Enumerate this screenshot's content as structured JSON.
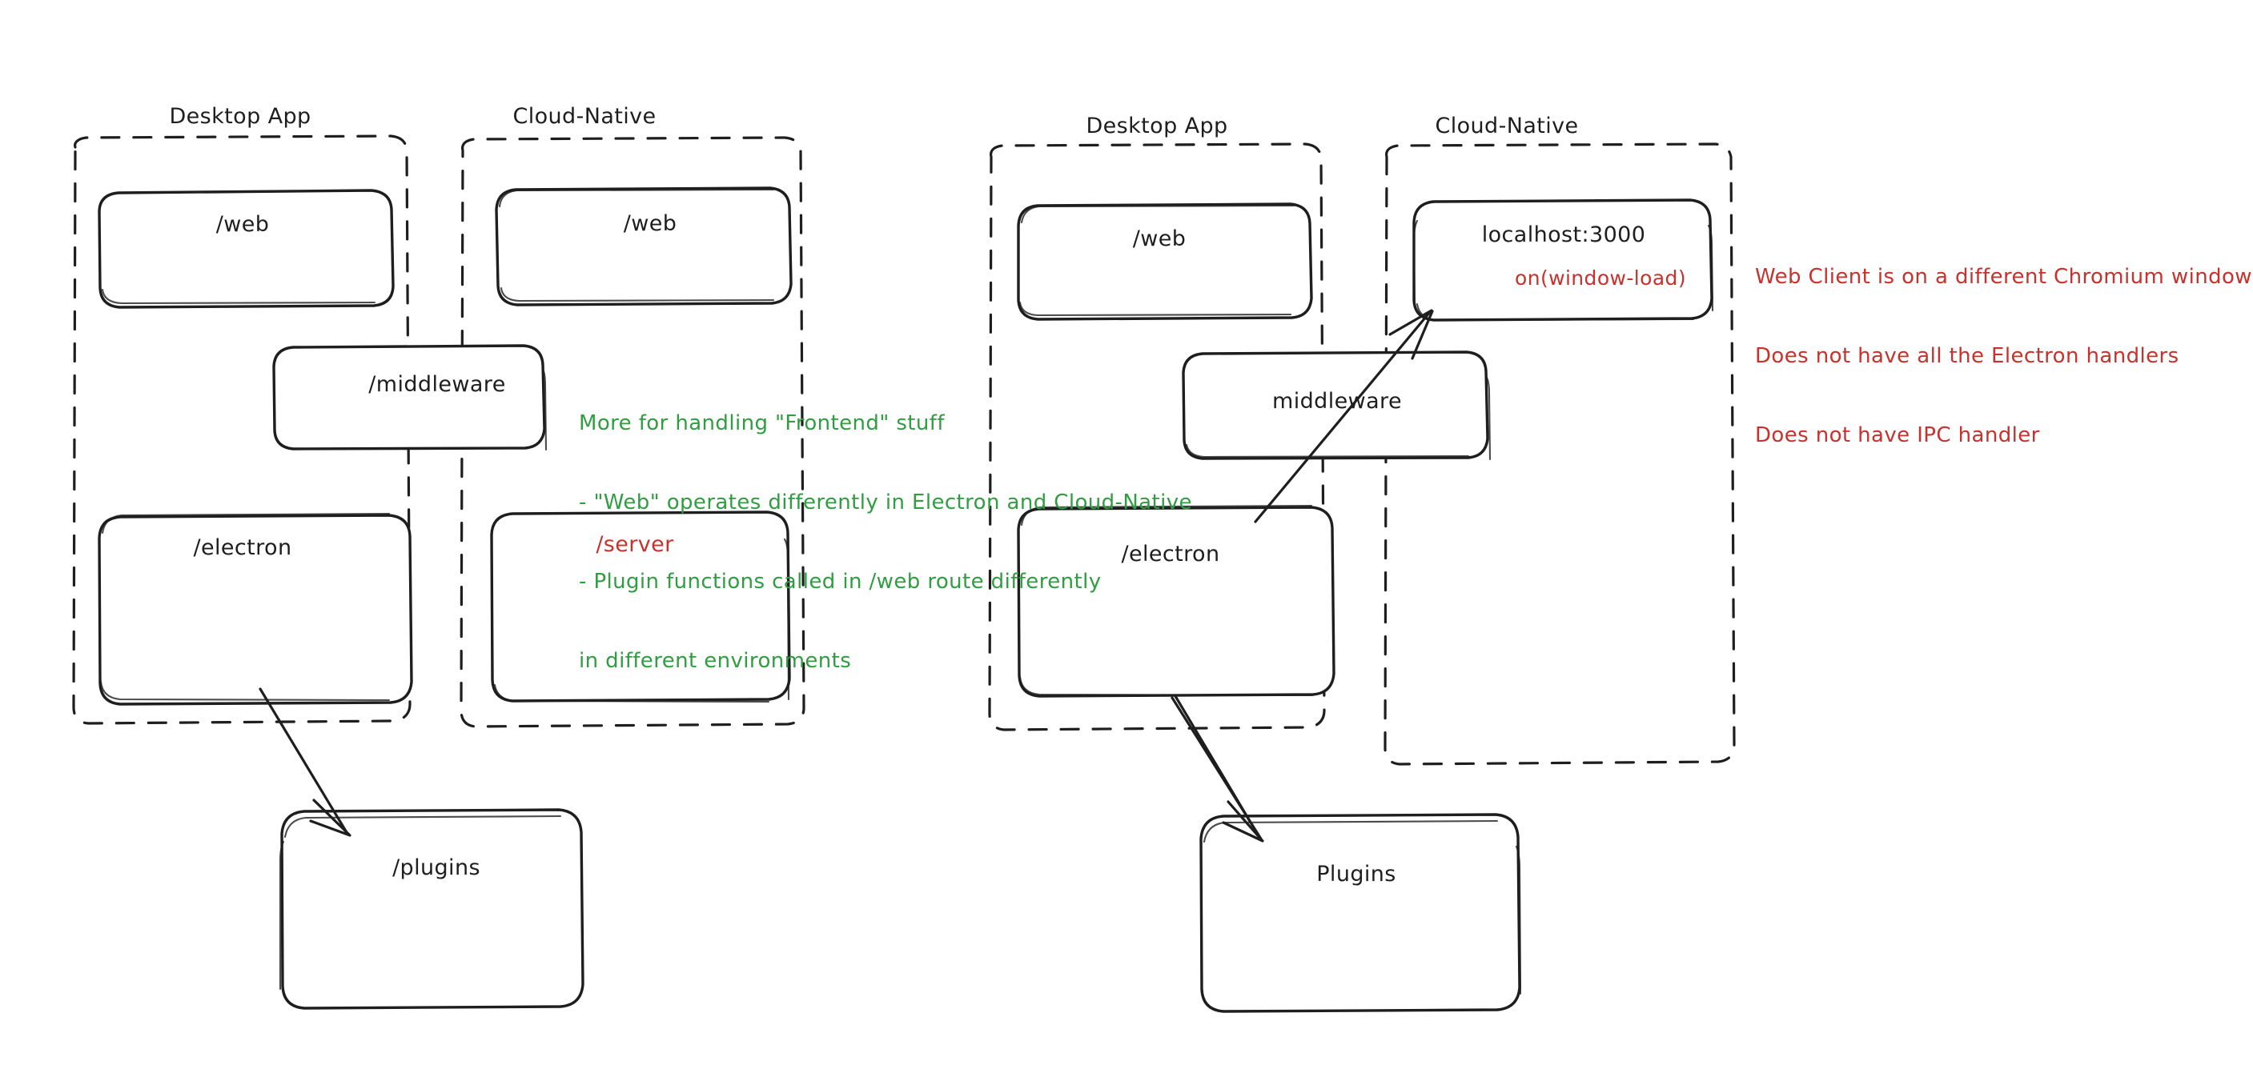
{
  "diagram": {
    "title": "Electron Desktop App vs Cloud-Native architecture sketch",
    "style": "hand-drawn whiteboard",
    "colors": {
      "stroke": "#1e1e1e",
      "green": "#2f9e41",
      "red": "#c9312c",
      "background": "#ffffff"
    },
    "groups": [
      {
        "id": "left-desktop-app",
        "title": "Desktop App",
        "boxes": [
          {
            "id": "left-web",
            "label": "/web",
            "color": "black"
          },
          {
            "id": "left-electron",
            "label": "/electron",
            "color": "black"
          }
        ]
      },
      {
        "id": "left-cloud-native",
        "title": "Cloud-Native",
        "boxes": [
          {
            "id": "left-cn-web",
            "label": "/web",
            "color": "black"
          },
          {
            "id": "left-server",
            "label": "/server",
            "color": "red"
          }
        ]
      },
      {
        "id": "right-desktop-app",
        "title": "Desktop App",
        "boxes": [
          {
            "id": "right-web",
            "label": "/web",
            "color": "black"
          },
          {
            "id": "right-electron",
            "label": "/electron",
            "color": "black"
          }
        ]
      },
      {
        "id": "right-cloud-native",
        "title": "Cloud-Native",
        "boxes": [
          {
            "id": "right-localhost",
            "label": "localhost:3000",
            "color": "black"
          }
        ]
      }
    ],
    "straddle_boxes": [
      {
        "id": "left-middleware",
        "label": "/middleware"
      },
      {
        "id": "right-middleware",
        "label": "middleware"
      }
    ],
    "bottom_boxes": [
      {
        "id": "left-plugins",
        "label": "/plugins"
      },
      {
        "id": "right-plugins",
        "label": "Plugins"
      }
    ],
    "localhost_sub_label": "on(window-load)",
    "notes": {
      "green": {
        "lines": [
          "More for handling \"Frontend\" stuff",
          "- \"Web\" operates differently in Electron and Cloud-Native",
          "- Plugin functions called in /web route differently",
          "in different environments"
        ]
      },
      "red": {
        "lines": [
          "Web Client is on a different Chromium window",
          "Does not have all the Electron handlers",
          "Does not have IPC handler"
        ]
      }
    },
    "arrows": [
      {
        "id": "left-electron-to-plugins",
        "from": "/electron",
        "to": "/plugins"
      },
      {
        "id": "right-electron-to-plugins",
        "from": "/electron",
        "to": "Plugins"
      },
      {
        "id": "right-electron-to-localhost",
        "from": "/electron",
        "to": "localhost:3000"
      }
    ]
  }
}
